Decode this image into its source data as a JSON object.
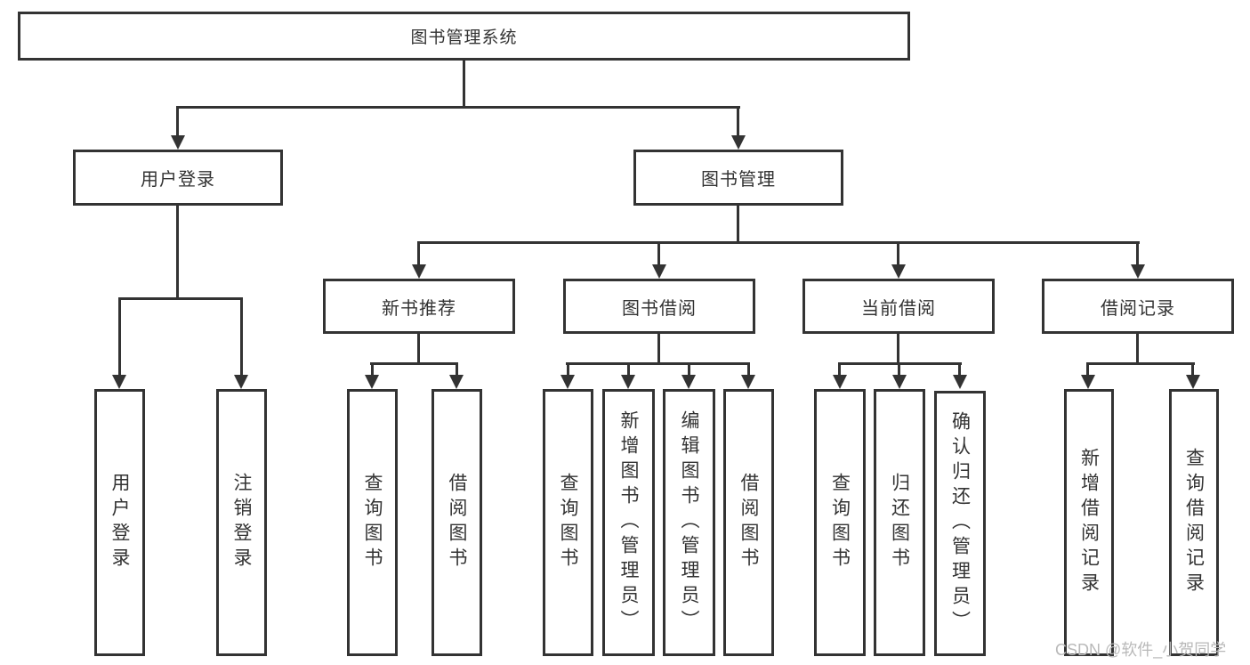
{
  "diagram": {
    "root": {
      "label": "图书管理系统"
    },
    "branches": [
      {
        "label": "用户登录",
        "leaves": [
          {
            "label": "用户登录"
          },
          {
            "label": "注销登录"
          }
        ]
      },
      {
        "label": "图书管理",
        "children": [
          {
            "label": "新书推荐",
            "leaves": [
              {
                "label": "查询图书"
              },
              {
                "label": "借阅图书"
              }
            ]
          },
          {
            "label": "图书借阅",
            "leaves": [
              {
                "label": "查询图书"
              },
              {
                "label": "新增图书（管理员）"
              },
              {
                "label": "编辑图书（管理员）"
              },
              {
                "label": "借阅图书"
              }
            ]
          },
          {
            "label": "当前借阅",
            "leaves": [
              {
                "label": "查询图书"
              },
              {
                "label": "归还图书"
              },
              {
                "label": "确认归还（管理员）"
              }
            ]
          },
          {
            "label": "借阅记录",
            "leaves": [
              {
                "label": "新增借阅记录"
              },
              {
                "label": "查询借阅记录"
              }
            ]
          }
        ]
      }
    ]
  },
  "watermark": {
    "text": "CSDN @软件_小贺同学"
  },
  "colors": {
    "line": "#333333",
    "box_background": "#ffffff",
    "text": "#333333",
    "watermark_text": "#b9b9b9"
  }
}
